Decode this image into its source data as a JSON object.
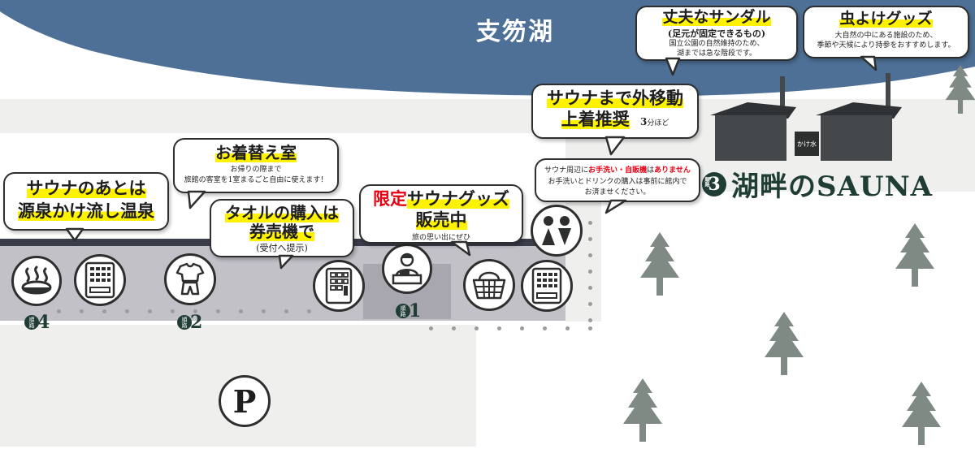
{
  "lake": {
    "name": "支笏湖",
    "color": "#4e7096"
  },
  "sauna": {
    "order_prefix": "順路",
    "number": "3",
    "name_kanji": "湖畔",
    "name_rest": "のSAUNA",
    "kakemizu": "かけ水"
  },
  "orders": [
    {
      "id": "order-4",
      "prefix": "順路",
      "number": "4"
    },
    {
      "id": "order-2",
      "prefix": "順路",
      "number": "2"
    },
    {
      "id": "order-1",
      "prefix": "順路",
      "number": "1"
    }
  ],
  "bubbles": {
    "sandals": {
      "title": "丈夫なサンダル",
      "sub": "(足元が固定できるもの)",
      "note1": "国立公園の自然維持のため、",
      "note2": "湖までは急な階段です。"
    },
    "insect": {
      "title": "虫よけグッズ",
      "note1": "大自然の中にある施設のため、",
      "note2": "季節や天候により持参をおすすめします。"
    },
    "move": {
      "line1": "サウナまで外移動",
      "line2": "上着推奨",
      "duration_num": "3",
      "duration_unit": "分ほど"
    },
    "notice": {
      "pre": "サウナ周辺に",
      "red1": "お手洗い・自販機",
      "mid": "は",
      "red2": "ありません",
      "line2": "お手洗いとドリンクの購入は事前に館内で",
      "line3": "お済ませください。"
    },
    "changing": {
      "title": "お着替え室",
      "note1": "お帰りの際まで",
      "note2": "旅館の客室を1室まるごと自由に使えます！"
    },
    "towel": {
      "line1": "タオルの購入は",
      "line2": "券売機で",
      "sub": "(受付へ提示)"
    },
    "goods": {
      "red": "限定",
      "line1": "サウナグッズ",
      "line2": "販売中",
      "sub": "旅の思い出にぜひ"
    },
    "onsen": {
      "line1": "サウナのあとは",
      "line2": "源泉かけ流し温泉"
    }
  },
  "parking": {
    "label": "P"
  },
  "icons": [
    "hot-spring-icon",
    "vending-machine-icon",
    "clothes-icon",
    "ticket-machine-icon",
    "reception-staff-icon",
    "shopping-basket-icon",
    "vending-machine-icon",
    "restroom-icon"
  ],
  "colors": {
    "highlight": "#fff200",
    "accent_red": "#e60012",
    "dark_green": "#1f3d35",
    "tree": "#7f8a85",
    "building": "#c3c1c8",
    "sauna_hut": "#45484b"
  }
}
